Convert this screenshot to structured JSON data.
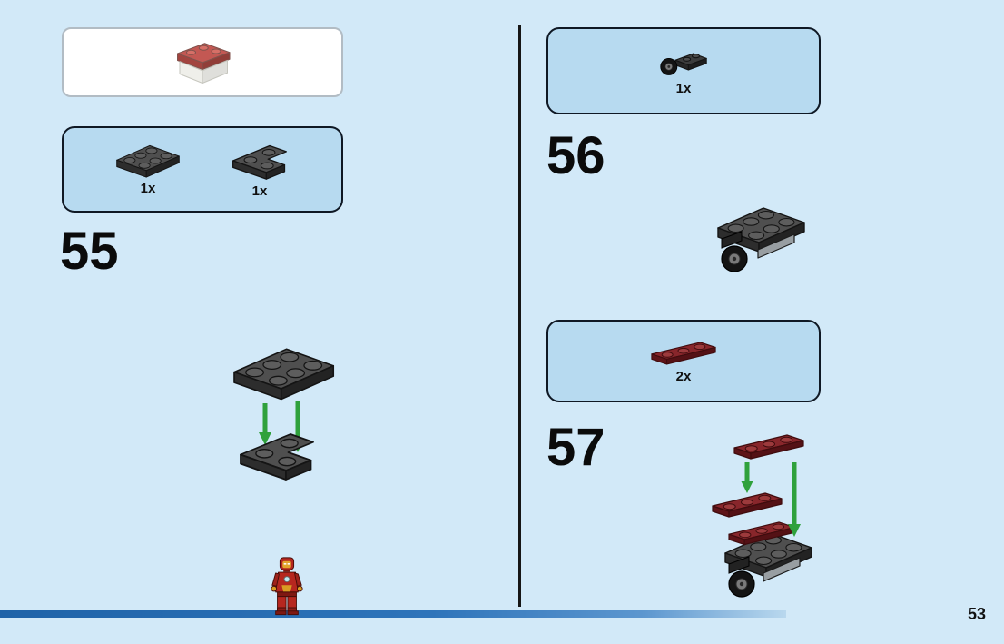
{
  "page": {
    "number": "53",
    "background_color": "#d2e9f8",
    "callout_fill": "#b7daf0",
    "callout_border": "#0f1824",
    "divider_color": "#161616",
    "footer_bar_start": "#1f63a8",
    "footer_bar_end": "#b9d8ee",
    "arrow_color": "#2fa13c"
  },
  "icons": {
    "preview": "subassembly-preview",
    "minifig": "iron-man-minifigure"
  },
  "steps": {
    "s55": {
      "number": "55",
      "parts": [
        {
          "count": "1x",
          "part": "dark-gray-2x3-plate"
        },
        {
          "count": "1x",
          "part": "dark-gray-corner-plate"
        }
      ]
    },
    "s56": {
      "number": "56",
      "parts": [
        {
          "count": "1x",
          "part": "black-wheel-with-plate"
        }
      ]
    },
    "s57": {
      "number": "57",
      "parts": [
        {
          "count": "2x",
          "part": "dark-red-1x3-plate"
        }
      ]
    }
  }
}
